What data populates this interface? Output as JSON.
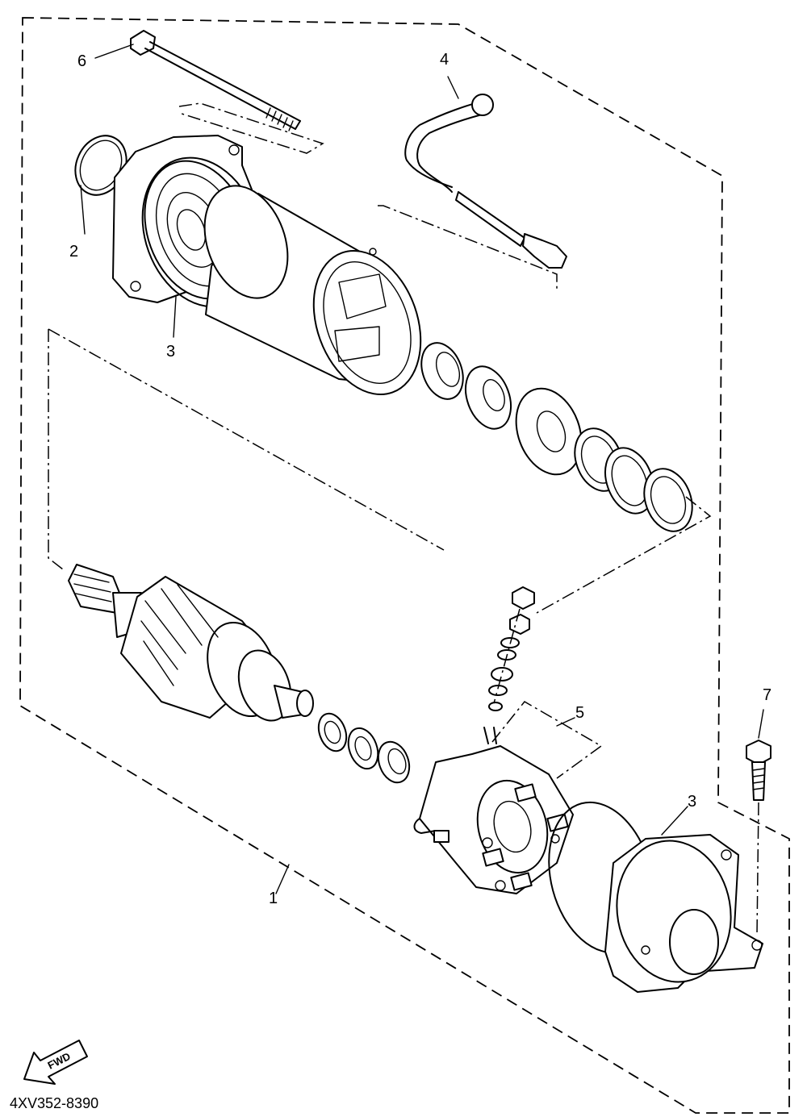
{
  "diagram": {
    "callouts": [
      {
        "id": "callout-1",
        "text": "1"
      },
      {
        "id": "callout-2",
        "text": "2"
      },
      {
        "id": "callout-3-left",
        "text": "3"
      },
      {
        "id": "callout-3-right",
        "text": "3"
      },
      {
        "id": "callout-4",
        "text": "4"
      },
      {
        "id": "callout-5",
        "text": "5"
      },
      {
        "id": "callout-6",
        "text": "6"
      },
      {
        "id": "callout-7",
        "text": "7"
      }
    ],
    "fwd_label": "FWD",
    "drawing_code": "4XV352-8390"
  }
}
